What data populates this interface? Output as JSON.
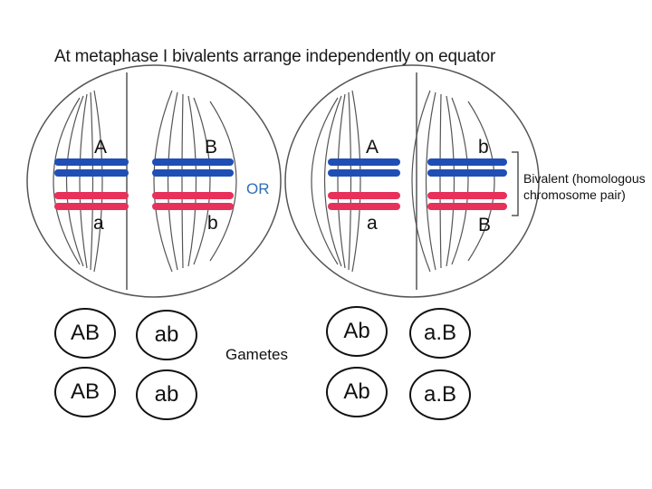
{
  "title": "At metaphase I bivalents arrange independently on equator",
  "or_label": "OR",
  "gametes_label": "Gametes",
  "bivalent_label_line1": "Bivalent (homologous",
  "bivalent_label_line2": "chromosome pair)",
  "cell_left": {
    "top_alleles": [
      "A",
      "B"
    ],
    "bottom_alleles": [
      "a",
      "b"
    ]
  },
  "cell_right": {
    "top_alleles": [
      "A",
      "b"
    ],
    "bottom_alleles": [
      "a",
      "B"
    ]
  },
  "gametes_left": [
    "AB",
    "ab",
    "AB",
    "ab"
  ],
  "gametes_right": [
    "Ab",
    "a.B",
    "Ab",
    "a.B"
  ],
  "colors": {
    "paternal_chromosome": "#1f4fb4",
    "maternal_chromosome": "#e8315a",
    "spindle": "#555555",
    "or_text": "#2e6fb5"
  }
}
